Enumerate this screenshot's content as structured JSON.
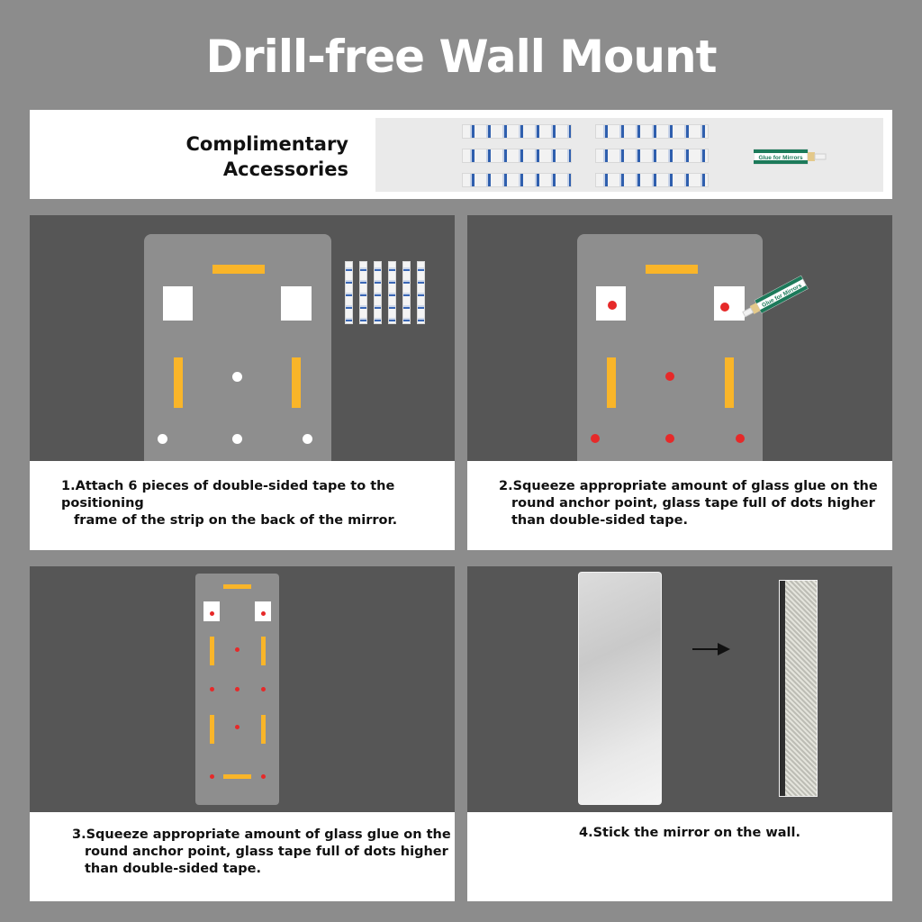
{
  "title": "Drill-free Wall Mount",
  "accessories": {
    "label_line1": "Complimentary",
    "label_line2": "Accessories",
    "glue_label": "Glue for Mirrors"
  },
  "steps": [
    {
      "line1": "1.Attach 6 pieces of double-sided tape to the positioning",
      "line2": "frame of the strip on the back of the mirror.",
      "line3": ""
    },
    {
      "line1": "2.Squeeze appropriate amount of glass glue on the",
      "line2": "round anchor point, glass tape full of dots higher",
      "line3": "than double-sided tape."
    },
    {
      "line1": "3.Squeeze appropriate amount of glass glue on the",
      "line2": "round anchor point, glass tape full of dots higher",
      "line3": "than double-sided tape."
    },
    {
      "line1": "4.Stick the mirror on the wall.",
      "line2": "",
      "line3": ""
    }
  ],
  "colors": {
    "background": "#8c8c8c",
    "scene": "#565656",
    "tape_yellow": "#f9b529",
    "glue_dot_red": "#e62929",
    "glue_green": "#1c7a5a"
  }
}
